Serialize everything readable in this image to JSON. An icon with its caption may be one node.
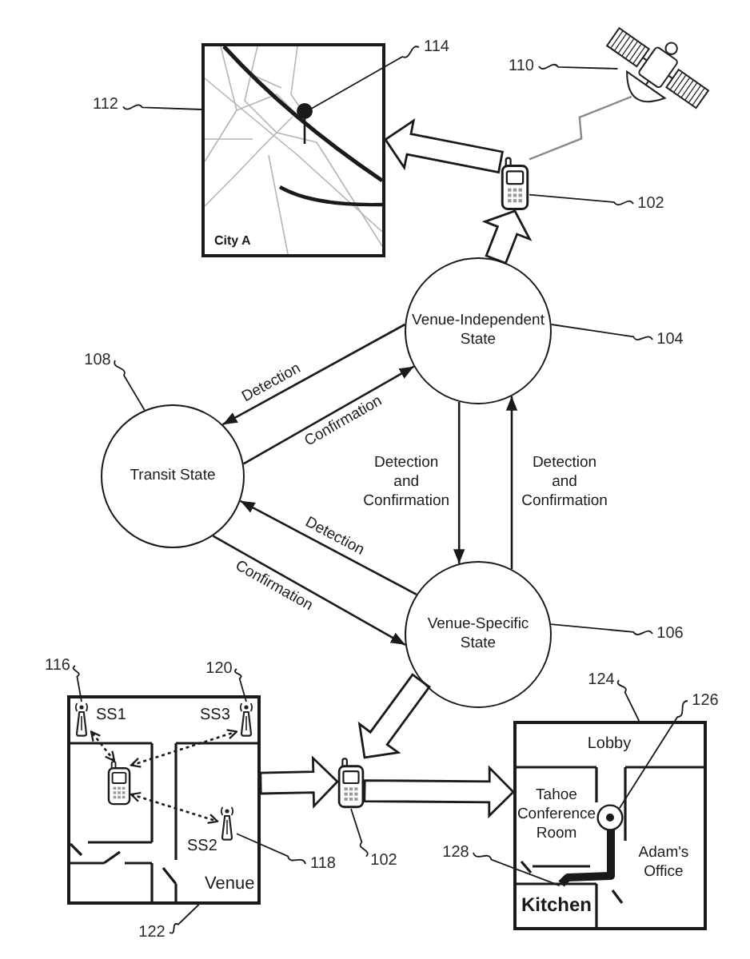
{
  "diagram": {
    "nodes": [
      {
        "text": [
          "City A"
        ]
      },
      {
        "text": [
          "112"
        ]
      },
      {
        "text": [],
        "shape": "picture",
        "in": 0
      },
      {
        "text": [
          "114"
        ]
      },
      {
        "text": [],
        "shape": "picture"
      },
      {
        "text": [
          "110"
        ]
      },
      {
        "text": [],
        "shape": "picture"
      },
      {
        "text": [
          "102"
        ]
      },
      {
        "text": [
          "Venue-Independent State"
        ]
      },
      {
        "text": [
          "104"
        ]
      },
      {
        "text": [
          "Transit State"
        ]
      },
      {
        "text": [
          "108"
        ]
      },
      {
        "text": [
          "Venue-Specific State"
        ]
      },
      {
        "text": [
          "106"
        ]
      },
      {
        "text": [
          "Venue"
        ]
      },
      {
        "text": [],
        "shape": "picture",
        "in": 14,
        "beside": [
          "SS1"
        ]
      },
      {
        "text": [
          "116"
        ]
      },
      {
        "text": [],
        "shape": "picture",
        "in": 14,
        "beside": [
          "SS3"
        ]
      },
      {
        "text": [
          "120"
        ]
      },
      {
        "text": [],
        "shape": "picture",
        "in": 14,
        "beside": [
          "SS2"
        ]
      },
      {
        "text": [
          "118"
        ]
      },
      {
        "text": [],
        "shape": "picture",
        "in": 14
      },
      {
        "text": [
          "122"
        ]
      },
      {
        "text": [],
        "shape": "picture"
      },
      {
        "text": [
          "102"
        ]
      },
      {
        "text": [
          "Lobby",
          "Tahoe Conference Room",
          "Adam's Office",
          "Kitchen"
        ]
      },
      {
        "text": [
          "124"
        ]
      },
      {
        "text": [],
        "shape": "circle",
        "in": 25
      },
      {
        "text": [
          "126"
        ]
      },
      {
        "text": [],
        "shape": "line",
        "in": 25
      },
      {
        "text": [
          "128"
        ]
      }
    ],
    "edges": [
      {
        "from": 1,
        "to": 0,
        "arrow": "none"
      },
      {
        "from": 3,
        "to": 2,
        "arrow": "none"
      },
      {
        "from": 5,
        "to": 4,
        "arrow": "none"
      },
      {
        "from": 7,
        "to": 6,
        "arrow": "none"
      },
      {
        "from": 4,
        "to": 6,
        "arrow": "none",
        "color": "#8a8a8a"
      },
      {
        "from": 6,
        "to": 0,
        "arrow": "to",
        "style": "thick"
      },
      {
        "from": 8,
        "to": 6,
        "arrow": "to",
        "style": "thick"
      },
      {
        "from": 9,
        "to": 8,
        "arrow": "none"
      },
      {
        "from": 8,
        "to": 10,
        "arrow": "to",
        "label": "Detection"
      },
      {
        "from": 10,
        "to": 8,
        "arrow": "to",
        "label": "Confirmation"
      },
      {
        "from": 11,
        "to": 10,
        "arrow": "none"
      },
      {
        "from": 8,
        "to": 12,
        "arrow": "to",
        "label": "Detection and Confirmation"
      },
      {
        "from": 12,
        "to": 8,
        "arrow": "to",
        "label": "Detection and Confirmation"
      },
      {
        "from": 12,
        "to": 10,
        "arrow": "to",
        "label": "Detection"
      },
      {
        "from": 10,
        "to": 12,
        "arrow": "to",
        "label": "Confirmation"
      },
      {
        "from": 13,
        "to": 12,
        "arrow": "none"
      },
      {
        "from": 12,
        "to": 23,
        "arrow": "to",
        "style": "thick"
      },
      {
        "from": 16,
        "to": 15,
        "arrow": "none"
      },
      {
        "from": 18,
        "to": 17,
        "arrow": "none"
      },
      {
        "from": 20,
        "to": 19,
        "arrow": "none"
      },
      {
        "from": 21,
        "to": 15,
        "arrow": "both",
        "style": "dashed"
      },
      {
        "from": 21,
        "to": 17,
        "arrow": "both",
        "style": "dashed"
      },
      {
        "from": 21,
        "to": 19,
        "arrow": "both",
        "style": "dashed"
      },
      {
        "from": 22,
        "to": 14,
        "arrow": "none"
      },
      {
        "from": 14,
        "to": 23,
        "arrow": "to",
        "style": "thick"
      },
      {
        "from": 24,
        "to": 23,
        "arrow": "none"
      },
      {
        "from": 23,
        "to": 25,
        "arrow": "to",
        "style": "thick"
      },
      {
        "from": 26,
        "to": 25,
        "arrow": "none"
      },
      {
        "from": 28,
        "to": 27,
        "arrow": "none"
      },
      {
        "from": 30,
        "to": 29,
        "arrow": "none"
      }
    ]
  }
}
